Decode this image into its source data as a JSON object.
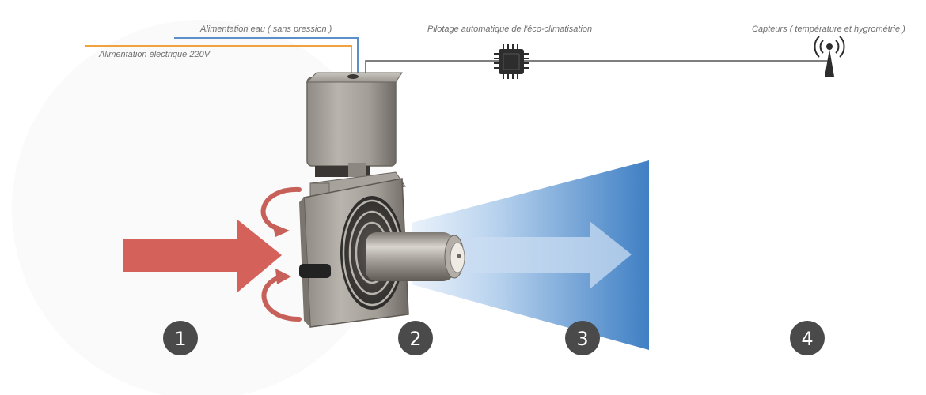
{
  "labels": {
    "water_supply": "Alimentation eau ( sans pression )",
    "power_supply": "Alimentation électrique 220V",
    "auto_control": "Pilotage automatique de l'éco-climatisation",
    "sensors": "Capteurs ( température et hygrométrie )"
  },
  "steps": [
    {
      "number": "1"
    },
    {
      "number": "2"
    },
    {
      "number": "3"
    },
    {
      "number": "4"
    }
  ],
  "colors": {
    "water_line": "#5b8fc9",
    "power_line": "#f0a23e",
    "signal_line": "#555555",
    "hot_air": "#d4615a",
    "cool_air_deep": "#3f7fc4",
    "cool_air_light": "#c7dbf1",
    "badge": "#4a4a4a",
    "label_text": "#6f6f6f"
  },
  "icons": [
    "chip-icon",
    "antenna-icon",
    "hot-air-arrow",
    "cool-air-arrow",
    "recirculation-arrows"
  ]
}
